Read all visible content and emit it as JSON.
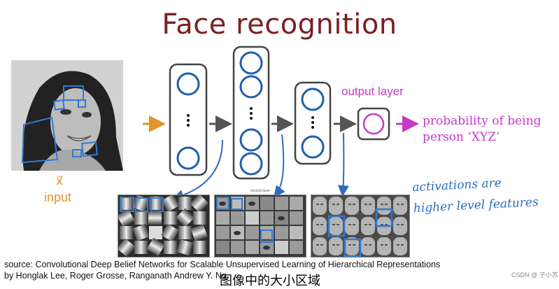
{
  "title": "Face recognition",
  "input": {
    "vector_symbol": "x⃗",
    "label": "input"
  },
  "output": {
    "layer_label": "output layer",
    "result_text": "probability of being person ‘XYZ’"
  },
  "note": {
    "line1": "activations are",
    "line2": "higher level features"
  },
  "feature_maps": {
    "middle_header": "second layer"
  },
  "source": {
    "line1": "source: Convolutional Deep Belief Networks for Scalable Unsupervised Learning of Hierarchical Representations",
    "line2": "by Honglak Lee, Roger Grosse, Ranganath Andrew Y. Ng"
  },
  "caption": "图像中的大小区域",
  "credit": "CSDN @ 子小苏",
  "colors": {
    "title": "#7b1f22",
    "neuron": "#1f5fb0",
    "output": "#c53bc8",
    "input_arrow": "#e0962b",
    "arrow": "#555555",
    "annotation": "#2b6cc0"
  },
  "icons": [
    "face-photo",
    "neuron-circle",
    "vertical-ellipsis",
    "arrow-right",
    "feature-map-grid"
  ]
}
